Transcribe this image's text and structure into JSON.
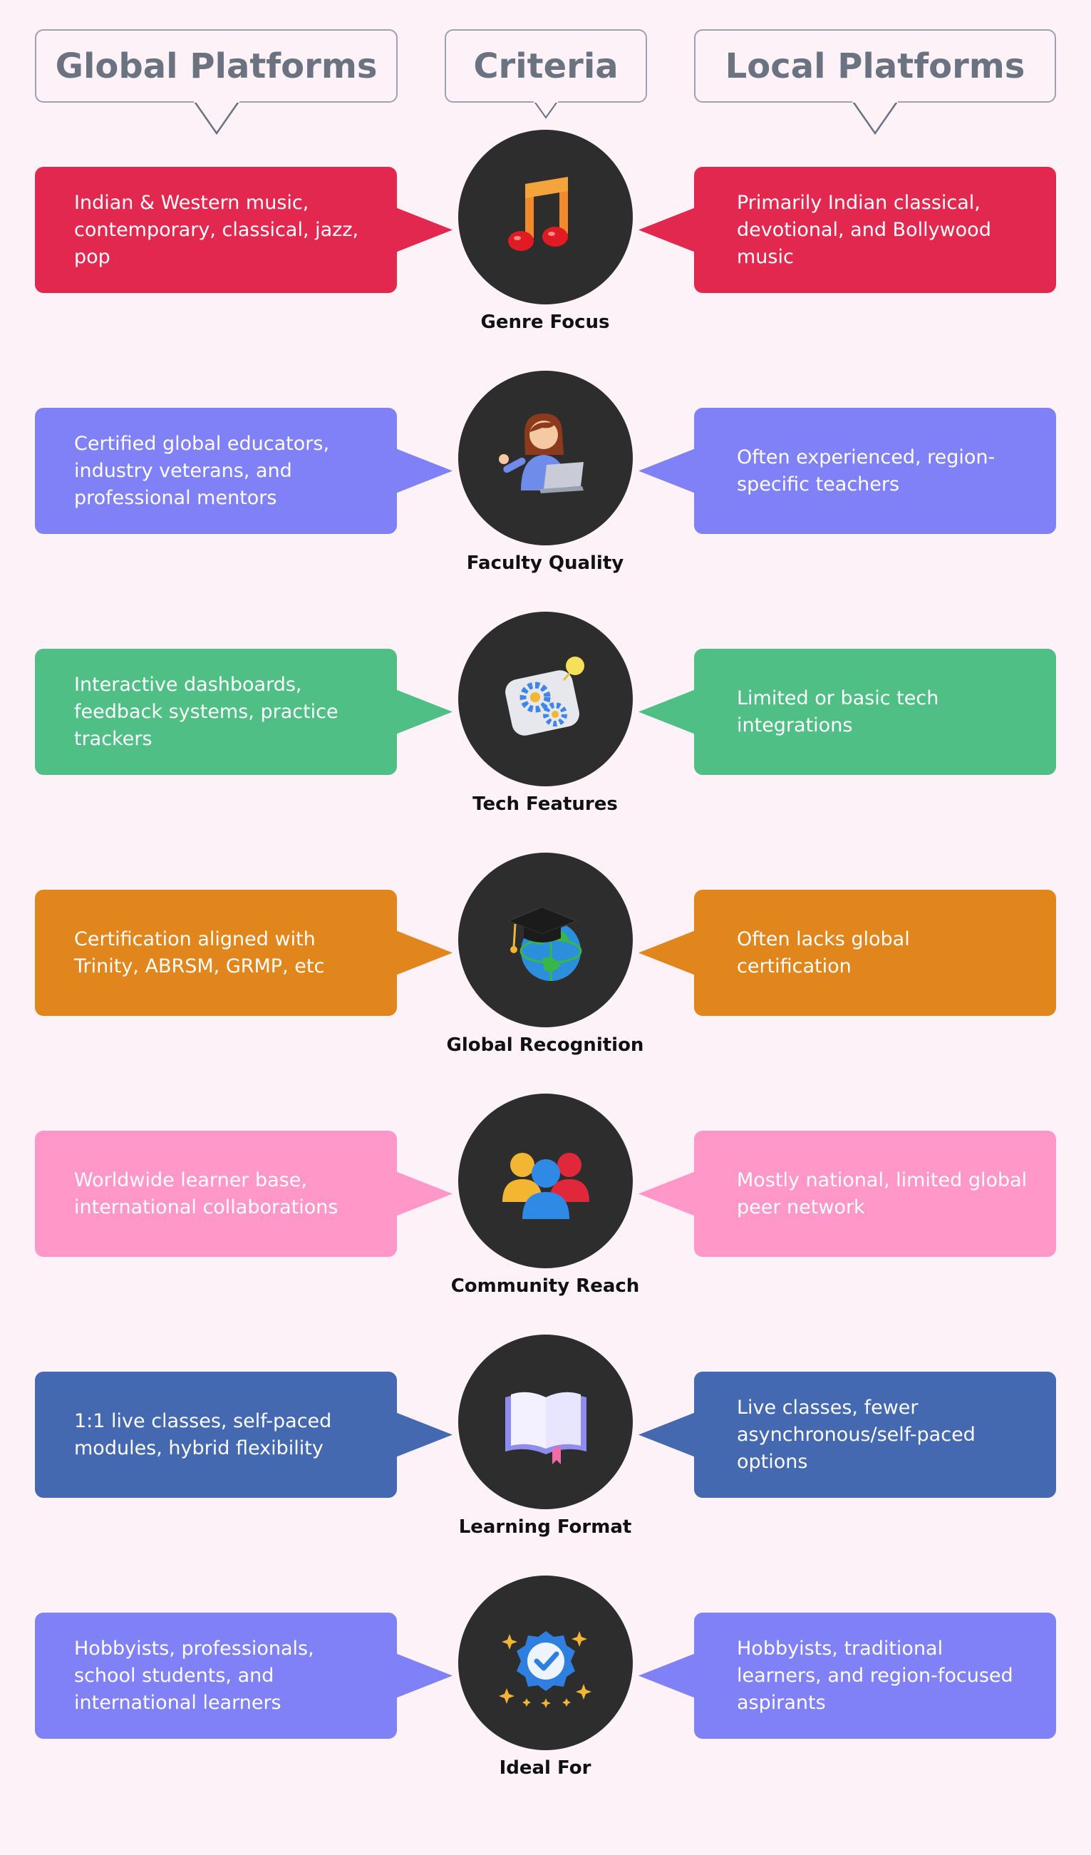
{
  "header": {
    "left": "Global Platforms",
    "middle": "Criteria",
    "right": "Local Platforms"
  },
  "rows": [
    {
      "label": "Genre Focus",
      "icon": "music-note-icon",
      "color": "#e3284f",
      "left": "Indian & Western music, contemporary, classical, jazz, pop",
      "right": "Primarily Indian classical, devotional, and Bollywood music"
    },
    {
      "label": "Faculty Quality",
      "icon": "teacher-laptop-icon",
      "color": "#8181f7",
      "left": "Certified global educators, industry veterans, and professional mentors",
      "right": "Often experienced, region-specific teachers"
    },
    {
      "label": "Tech Features",
      "icon": "gears-icon",
      "color": "#4fbf85",
      "left": "Interactive dashboards, feedback systems, practice trackers",
      "right": "Limited or basic tech integrations"
    },
    {
      "label": "Global Recognition",
      "icon": "graduation-globe-icon",
      "color": "#e0861c",
      "left": "Certification aligned with Trinity, ABRSM, GRMP, etc",
      "right": "Often lacks global certification"
    },
    {
      "label": "Community Reach",
      "icon": "community-people-icon",
      "color": "#ff97c8",
      "left": "Worldwide learner base, international collaborations",
      "right": "Mostly national, limited global peer network"
    },
    {
      "label": "Learning Format",
      "icon": "open-book-icon",
      "color": "#4469b0",
      "left": "1:1 live classes, self-paced modules, hybrid flexibility",
      "right": "Live classes, fewer asynchronous/self-paced options"
    },
    {
      "label": "Ideal For",
      "icon": "verified-badge-icon",
      "color": "#8181f7",
      "left": "Hobbyists, professionals, school students, and international learners",
      "right": "Hobbyists, traditional learners, and region-focused aspirants"
    }
  ]
}
